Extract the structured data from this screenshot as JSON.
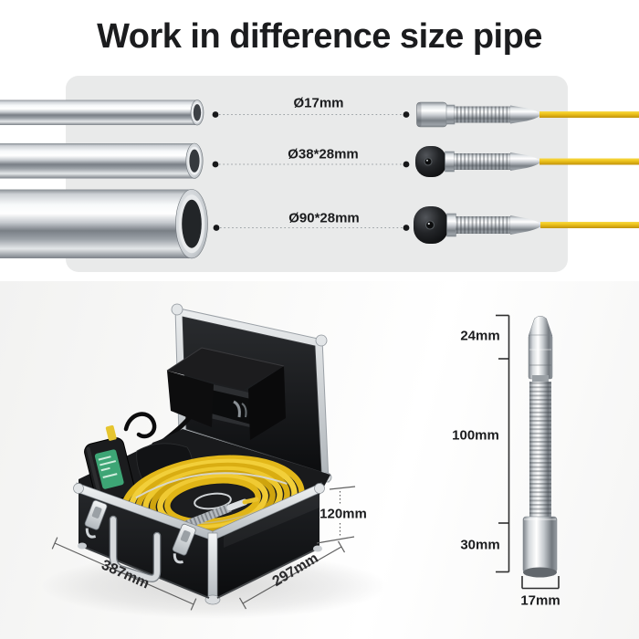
{
  "title": "Work in difference size pipe",
  "pipe_comparison": {
    "rows": [
      {
        "pipe_size_label": "Ø17mm"
      },
      {
        "pipe_size_label": "Ø38*28mm"
      },
      {
        "pipe_size_label": "Ø90*28mm"
      }
    ]
  },
  "case": {
    "height_label": "120mm",
    "width_label": "387mm",
    "depth_label": "297mm"
  },
  "probe": {
    "tip_section_label": "24mm",
    "spring_section_label": "100mm",
    "base_section_label": "30mm",
    "diameter_label": "17mm"
  },
  "colors": {
    "cable_yellow": "#EFC41F",
    "panel_gray": "#E9EAEA",
    "text_dark": "#1B1C1E",
    "handheld_label_green": "#3DA575"
  }
}
